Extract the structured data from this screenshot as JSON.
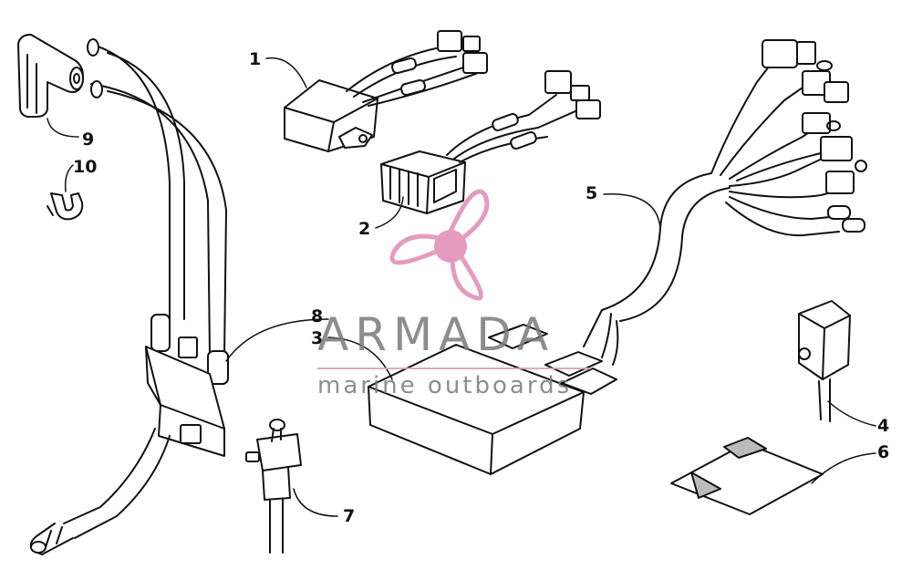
{
  "callouts": {
    "c1": "1",
    "c2": "2",
    "c3": "3",
    "c4": "4",
    "c5": "5",
    "c6": "6",
    "c7": "7",
    "c8": "8",
    "c9": "9",
    "c10": "10"
  },
  "watermark": {
    "title": "ARMADA",
    "subtitle": "marine outboards",
    "logo_icon": "propeller-logo-icon",
    "accent_color": "#e08ab4"
  },
  "colors": {
    "line": "#111111",
    "fill": "#ffffff",
    "shade": "#bdbdbd"
  }
}
